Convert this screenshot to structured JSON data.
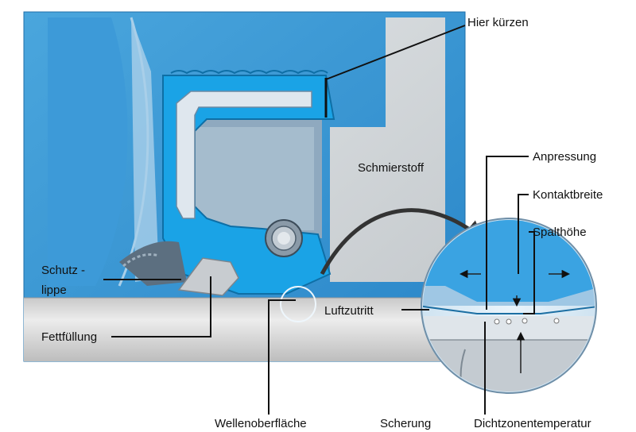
{
  "diagram": {
    "labels": {
      "hier_kuerzen": "Hier kürzen",
      "schmierstoff": "Schmierstoff",
      "anpressung": "Anpressung",
      "kontaktbreite": "Kontaktbreite",
      "spalthoehe": "Spalthöhe",
      "schutzlippe_line1": "Schutz -",
      "schutzlippe_line2": "lippe",
      "luftzutritt": "Luftzutritt",
      "fettfuellung": "Fettfüllung",
      "wellenoberflaeche": "Wellenoberfläche",
      "scherung": "Scherung",
      "dichtzonentemperatur": "Dichtzonentemperatur"
    },
    "colors": {
      "frame_blue": "#2d8fd3",
      "seal_blue": "#1aa3e6",
      "housing_grey": "#d9d9d9",
      "shaft_grey": "#dcdcdc",
      "pointer_black": "#111111"
    }
  }
}
